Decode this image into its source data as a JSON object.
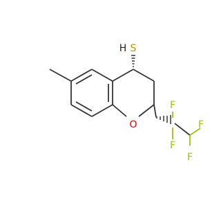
{
  "atoms": {
    "sulfur_hydrogen": "H",
    "sulfur": "S",
    "oxygen": "O",
    "fluorine_1": "F",
    "fluorine_2": "F",
    "fluorine_3": "F",
    "fluorine_4": "F"
  },
  "colors": {
    "carbon_bond": "#333333",
    "sulfur": "#b59a00",
    "oxygen": "#e00000",
    "fluorine": "#9bc40a",
    "hydrogen": "#222222"
  }
}
